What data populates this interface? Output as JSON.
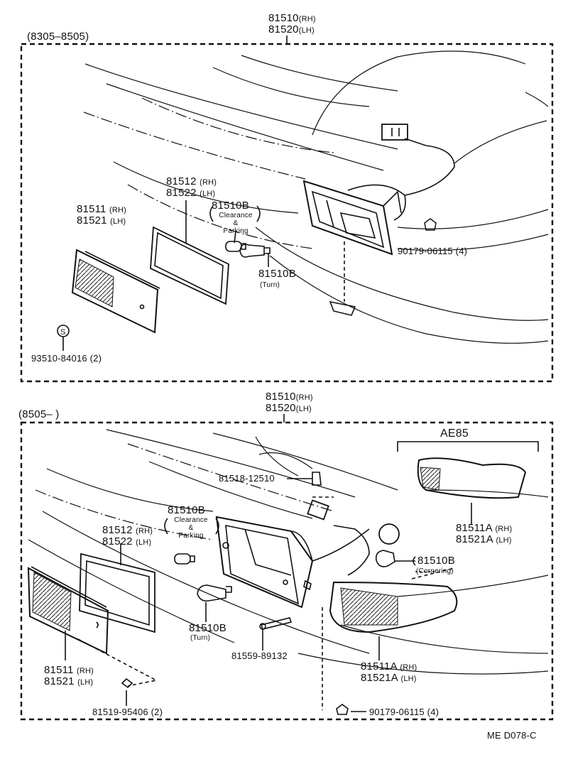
{
  "top": {
    "range": "(8305–8505)",
    "assy_rh": "81510",
    "assy_rh_side": "(RH)",
    "assy_lh": "81520",
    "assy_lh_side": "(LH)",
    "gasket_rh": "81512",
    "gasket_rh_side": "(RH)",
    "gasket_lh": "81522",
    "gasket_lh_side": "(LH)",
    "lens_rh": "81511",
    "lens_rh_side": "(RH)",
    "lens_lh": "81521",
    "lens_lh_side": "(LH)",
    "bulb1": "81510B",
    "bulb1_note_a": "Clearance",
    "bulb1_note_b": "&",
    "bulb1_note_c": "Parking",
    "bulb2": "81510B",
    "bulb2_note": "(Turn)",
    "nut": "90179-06115 (4)",
    "screw_symbol": "S",
    "screw": "93510-84016 (2)"
  },
  "bottom": {
    "range": "(8505–        )",
    "assy_rh": "81510",
    "assy_rh_side": "(RH)",
    "assy_lh": "81520",
    "assy_lh_side": "(LH)",
    "variant": "AE85",
    "clip": "81518-12510",
    "bulb1": "81510B",
    "bulb1_note_a": "Clearance",
    "bulb1_note_b": "&",
    "bulb1_note_c": "Parking",
    "gasket_rh": "81512",
    "gasket_rh_side": "(RH)",
    "gasket_lh": "81522",
    "gasket_lh_side": "(LH)",
    "corner_rh_a": "81511A",
    "corner_rh_a_side": "(RH)",
    "corner_lh_a": "81521A",
    "corner_lh_a_side": "(LH)",
    "bulb_corner": "81510B",
    "bulb_corner_note": "(Cornering)",
    "bulb_turn": "81510B",
    "bulb_turn_note": "(Turn)",
    "screw_mid": "81559-89132",
    "corner_rh_b": "81511A",
    "corner_rh_b_side": "(RH)",
    "corner_lh_b": "81521A",
    "corner_lh_b_side": "(LH)",
    "lens_rh": "81511",
    "lens_rh_side": "(RH)",
    "lens_lh": "81521",
    "lens_lh_side": "(LH)",
    "screw_low": "81519-95406 (2)",
    "nut": "90179-06115 (4)"
  },
  "footer": {
    "code": "ME  D078-C"
  }
}
